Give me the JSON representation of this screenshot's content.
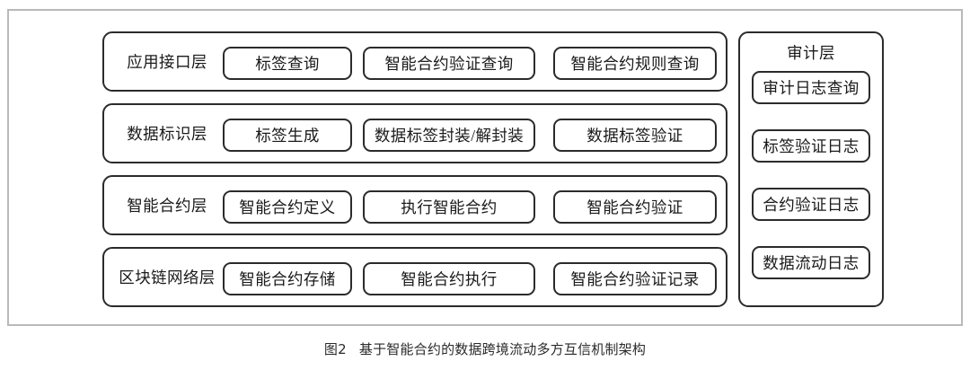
{
  "figure": {
    "caption_number": "图2",
    "caption_text": "基于智能合约的数据跨境流动多方互信机制架构",
    "frame_border_color": "#b9b9b9",
    "box_border_color": "#2b2b2b",
    "text_color": "#1a1a1a",
    "background_color": "#ffffff"
  },
  "layers": [
    {
      "label": "应用接口层",
      "modules": [
        "标签查询",
        "智能合约验证查询",
        "智能合约规则查询"
      ]
    },
    {
      "label": "数据标识层",
      "modules": [
        "标签生成",
        "数据标签封装/解封装",
        "数据标签验证"
      ]
    },
    {
      "label": "智能合约层",
      "modules": [
        "智能合约定义",
        "执行智能合约",
        "智能合约验证"
      ]
    },
    {
      "label": "区块链网络层",
      "modules": [
        "智能合约存储",
        "智能合约执行",
        "智能合约验证记录"
      ]
    }
  ],
  "audit": {
    "title": "审计层",
    "items": [
      "审计日志查询",
      "标签验证日志",
      "合约验证日志",
      "数据流动日志"
    ]
  }
}
